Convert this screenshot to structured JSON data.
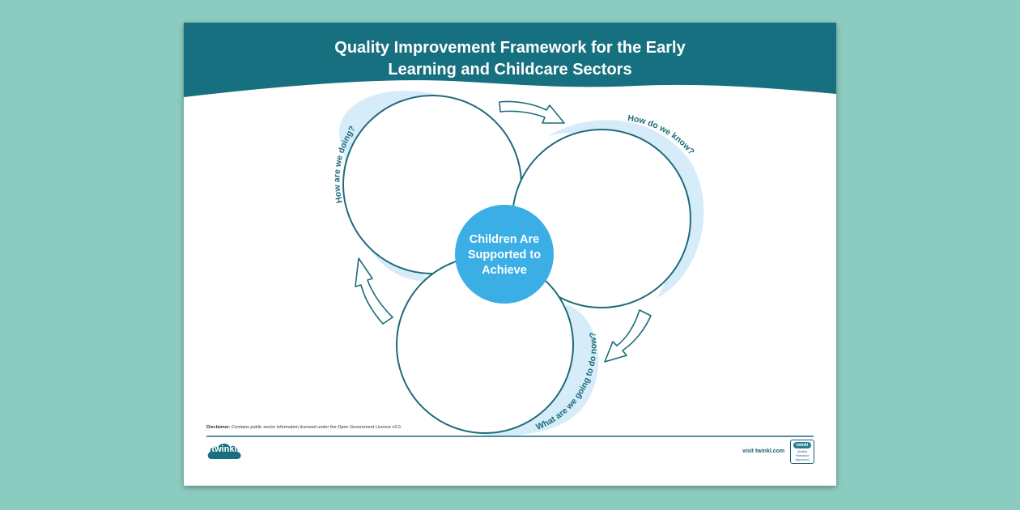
{
  "header": {
    "title_line1": "Quality Improvement Framework for the Early",
    "title_line2": "Learning and Childcare Sectors"
  },
  "diagram": {
    "center_line1": "Children Are",
    "center_line2": "Supported to",
    "center_line3": "Achieve",
    "label_top_left": "How are we doing?",
    "label_right": "How do we know?",
    "label_bottom": "What are we going to do now?"
  },
  "footer": {
    "disclaimer_bold": "Disclaimer:",
    "disclaimer_text": " Contains public sector information licensed under the Open Government Licence v3.0.",
    "visit_text": "visit twinkl.com",
    "logo_text": "twinkl",
    "badge_top": "twinkl",
    "badge_line1": "Quality Standard",
    "badge_line2": "Approved"
  },
  "colors": {
    "header": "#17707f",
    "outline": "#1d6c7b",
    "halo": "#d6ecf8",
    "center": "#3baee6",
    "background": "#8ccbbf"
  }
}
